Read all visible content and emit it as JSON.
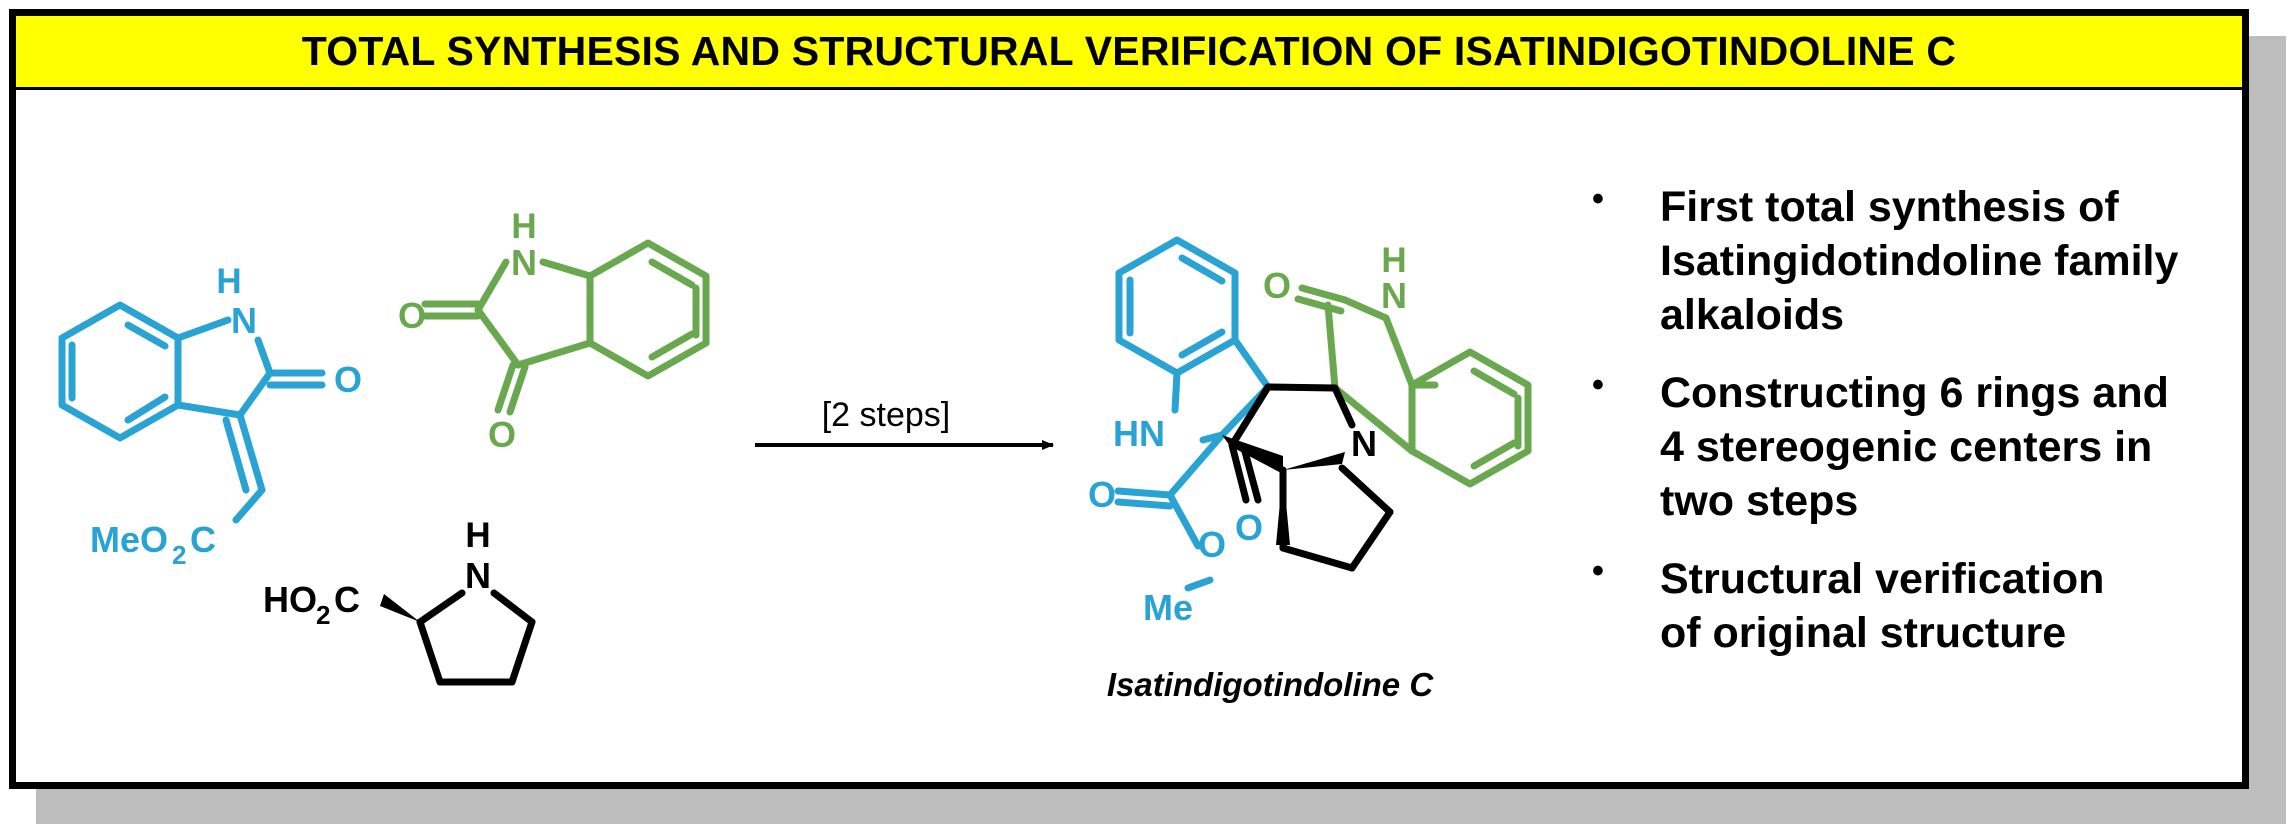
{
  "banner": {
    "title": "TOTAL SYNTHESIS AND STRUCTURAL VERIFICATION OF ISATINDIGOTINDOLINE C"
  },
  "colors": {
    "blue": "#29a3d4",
    "green": "#6aa84f",
    "black": "#000000",
    "banner": "#ffff00"
  },
  "scheme": {
    "reagent1": {
      "nh_h": "H",
      "nh_n": "N",
      "carbonyl_o": "O",
      "ester_me": "MeO",
      "ester_sub": "2",
      "ester_c": "C"
    },
    "reagent2": {
      "nh_h": "H",
      "nh_n": "N",
      "o1": "O",
      "o2": "O"
    },
    "reagent3": {
      "nh_h": "H",
      "nh_n": "N",
      "acid_ho": "HO",
      "acid_sub": "2",
      "acid_c": "C"
    },
    "arrow_label": "[2 steps]",
    "product": {
      "hn": "HN",
      "n_green_h": "H",
      "n_green_n": "N",
      "o_green": "O",
      "n_core": "N",
      "o_left": "O",
      "o_right": "O",
      "o_ester": "O",
      "me": "Me",
      "name": "Isatindigotindoline C"
    }
  },
  "bullets": [
    {
      "lines": [
        "First total synthesis of",
        "Isatingidotindoline family",
        "alkaloids"
      ]
    },
    {
      "lines": [
        "Constructing 6 rings and",
        "4 stereogenic centers in",
        "two steps"
      ]
    },
    {
      "lines": [
        "Structural verification",
        "of original structure"
      ]
    }
  ]
}
